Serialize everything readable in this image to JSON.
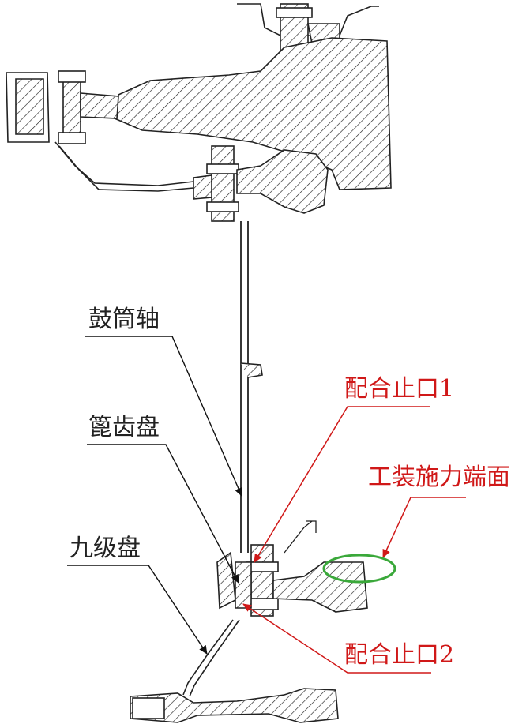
{
  "colors": {
    "ink": "#222222",
    "annotation_red": "#d01818",
    "highlight_green": "#3aa83a",
    "background": "#ffffff"
  },
  "labels": {
    "drum_shaft": "鼓筒轴",
    "curvic_disk": "篦齿盘",
    "stage9_disk": "九级盘",
    "fit_spigot_1": "配合止口1",
    "fit_spigot_2": "配合止口2",
    "fixture_face": "工装施力端面"
  }
}
